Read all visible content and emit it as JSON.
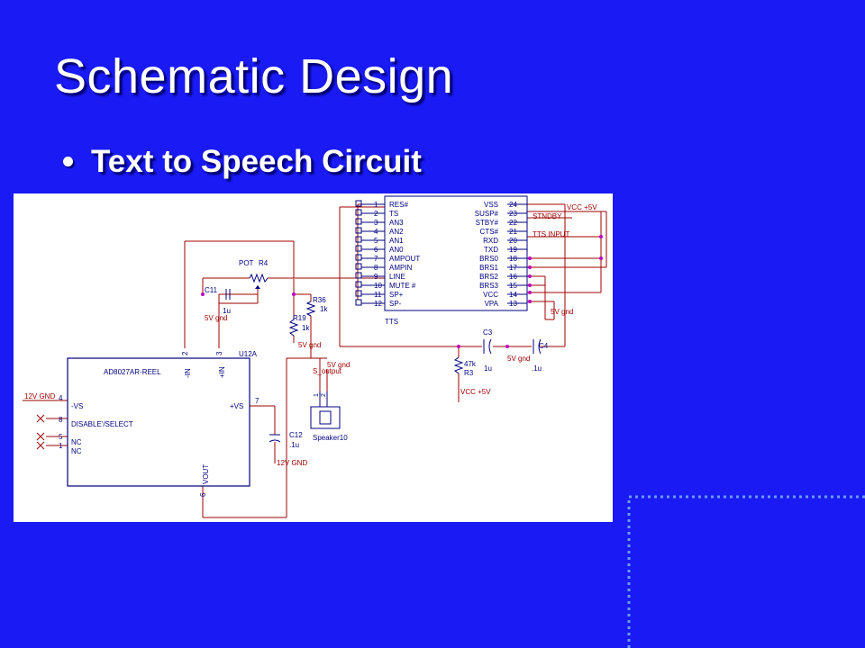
{
  "slide": {
    "title": "Schematic Design",
    "bullets": [
      "Text to Speech Circuit"
    ]
  },
  "colors": {
    "background": "#1a1af5",
    "title_text": "#ffffff",
    "wire": "#a00000",
    "component": "#000080",
    "junction": "#c000c0"
  },
  "schematic": {
    "tts": {
      "label": "TTS",
      "left_pins": [
        {
          "num": "1",
          "name": "RES#"
        },
        {
          "num": "2",
          "name": "TS"
        },
        {
          "num": "3",
          "name": "AN3"
        },
        {
          "num": "4",
          "name": "AN2"
        },
        {
          "num": "5",
          "name": "AN1"
        },
        {
          "num": "6",
          "name": "AN0"
        },
        {
          "num": "7",
          "name": "AMPOUT"
        },
        {
          "num": "8",
          "name": "AMPIN"
        },
        {
          "num": "9",
          "name": "LINE"
        },
        {
          "num": "10",
          "name": "MUTE #"
        },
        {
          "num": "11",
          "name": "SP+"
        },
        {
          "num": "12",
          "name": "SP-"
        }
      ],
      "right_pins": [
        {
          "num": "24",
          "name": "VSS"
        },
        {
          "num": "23",
          "name": "SUSP#"
        },
        {
          "num": "22",
          "name": "STBY#"
        },
        {
          "num": "21",
          "name": "CTS#"
        },
        {
          "num": "20",
          "name": "RXD"
        },
        {
          "num": "19",
          "name": "TXD"
        },
        {
          "num": "18",
          "name": "BRS0"
        },
        {
          "num": "17",
          "name": "BRS1"
        },
        {
          "num": "16",
          "name": "BRS2"
        },
        {
          "num": "15",
          "name": "BRS3"
        },
        {
          "num": "14",
          "name": "VCC"
        },
        {
          "num": "13",
          "name": "VPA"
        }
      ]
    },
    "opamp": {
      "ref": "U12A",
      "part": "AD8027AR-REEL",
      "pins": {
        "vs_neg": "-VS",
        "vs_neg_num": "4",
        "disable": "DISABLE'/SELECT",
        "disable_num": "8",
        "nc1": "NC",
        "nc1_num": "5",
        "nc2": "NC",
        "nc2_num": "1",
        "vs_pos": "+VS",
        "vs_pos_num": "7",
        "in_neg": "-IN",
        "in_neg_num": "2",
        "in_pos": "+IN",
        "in_pos_num": "3",
        "vout": "VOUT",
        "vout_num": "6"
      }
    },
    "components": {
      "pot": "POT",
      "r4": "R4",
      "c11": "C11",
      "c11_val": "1u",
      "r36": "R36",
      "r36_val": "1k",
      "r19": "R19",
      "r19_val": "1k",
      "c3": "C3",
      "c3_val": "1u",
      "c4": "C4",
      "c4_val": ".1u",
      "r3": "R3",
      "r3_val": "47k",
      "c12": "C12",
      "c12_val": ".1u",
      "speaker": "Speaker10",
      "spk_pin1": "1",
      "spk_pin2": "2"
    },
    "net_labels": {
      "vcc_top": "VCC +5V",
      "stndby": "STNDBY",
      "tts_input": "TTS INPUT",
      "gnd_right": "5V gnd",
      "gnd_c11": "5V gnd",
      "gnd_r19": "5V gnd",
      "gnd_spk": "5V gnd",
      "s_output": "S_output",
      "gnd_c3": "5V gnd",
      "vcc_bottom": "VCC +5V",
      "gnd_12v_left": "12V GND",
      "gnd_12v_c12": "12V GND"
    }
  }
}
